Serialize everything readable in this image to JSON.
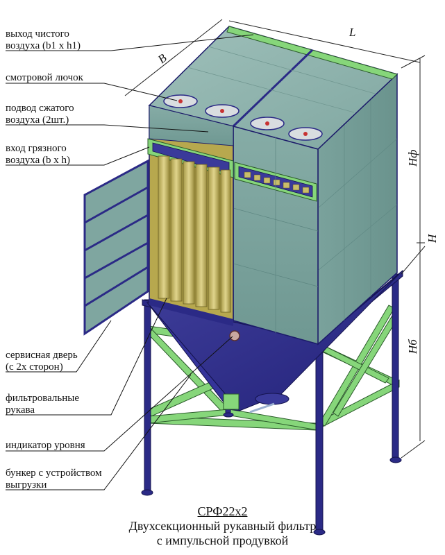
{
  "labels": {
    "clean_air_outlet_1": "выход чистого",
    "clean_air_outlet_2": "воздуха (b1 x h1)",
    "inspection_hatch": "смотровой лючок",
    "compressed_air_1": "подвод сжатого",
    "compressed_air_2": "воздуха (2шт.)",
    "dirty_air_inlet_1": "вход грязного",
    "dirty_air_inlet_2": "воздуха (b x h)",
    "service_door_1": "сервисная дверь",
    "service_door_2": "(с 2х сторон)",
    "filter_bags_1": "фильтровальные",
    "filter_bags_2": "рукава",
    "level_indicator": "индикатор уровня",
    "hopper_1": "бункер с устройством",
    "hopper_2": "выгрузки"
  },
  "dimensions": {
    "length": "L",
    "width": "B",
    "filter_height": "Нф",
    "total_height": "Н",
    "hopper_height": "Нб"
  },
  "caption": {
    "model": "СРФ22х2",
    "line1": "Двухсекционный рукавный фильтр",
    "line2": "с импульсной продувкой"
  },
  "colors": {
    "panel_front": "#7fa6a0",
    "panel_side": "#6d9690",
    "frame": "#2b2a86",
    "green_frame": "#86d67a",
    "filter_bag": "#c9bd6a"
  }
}
